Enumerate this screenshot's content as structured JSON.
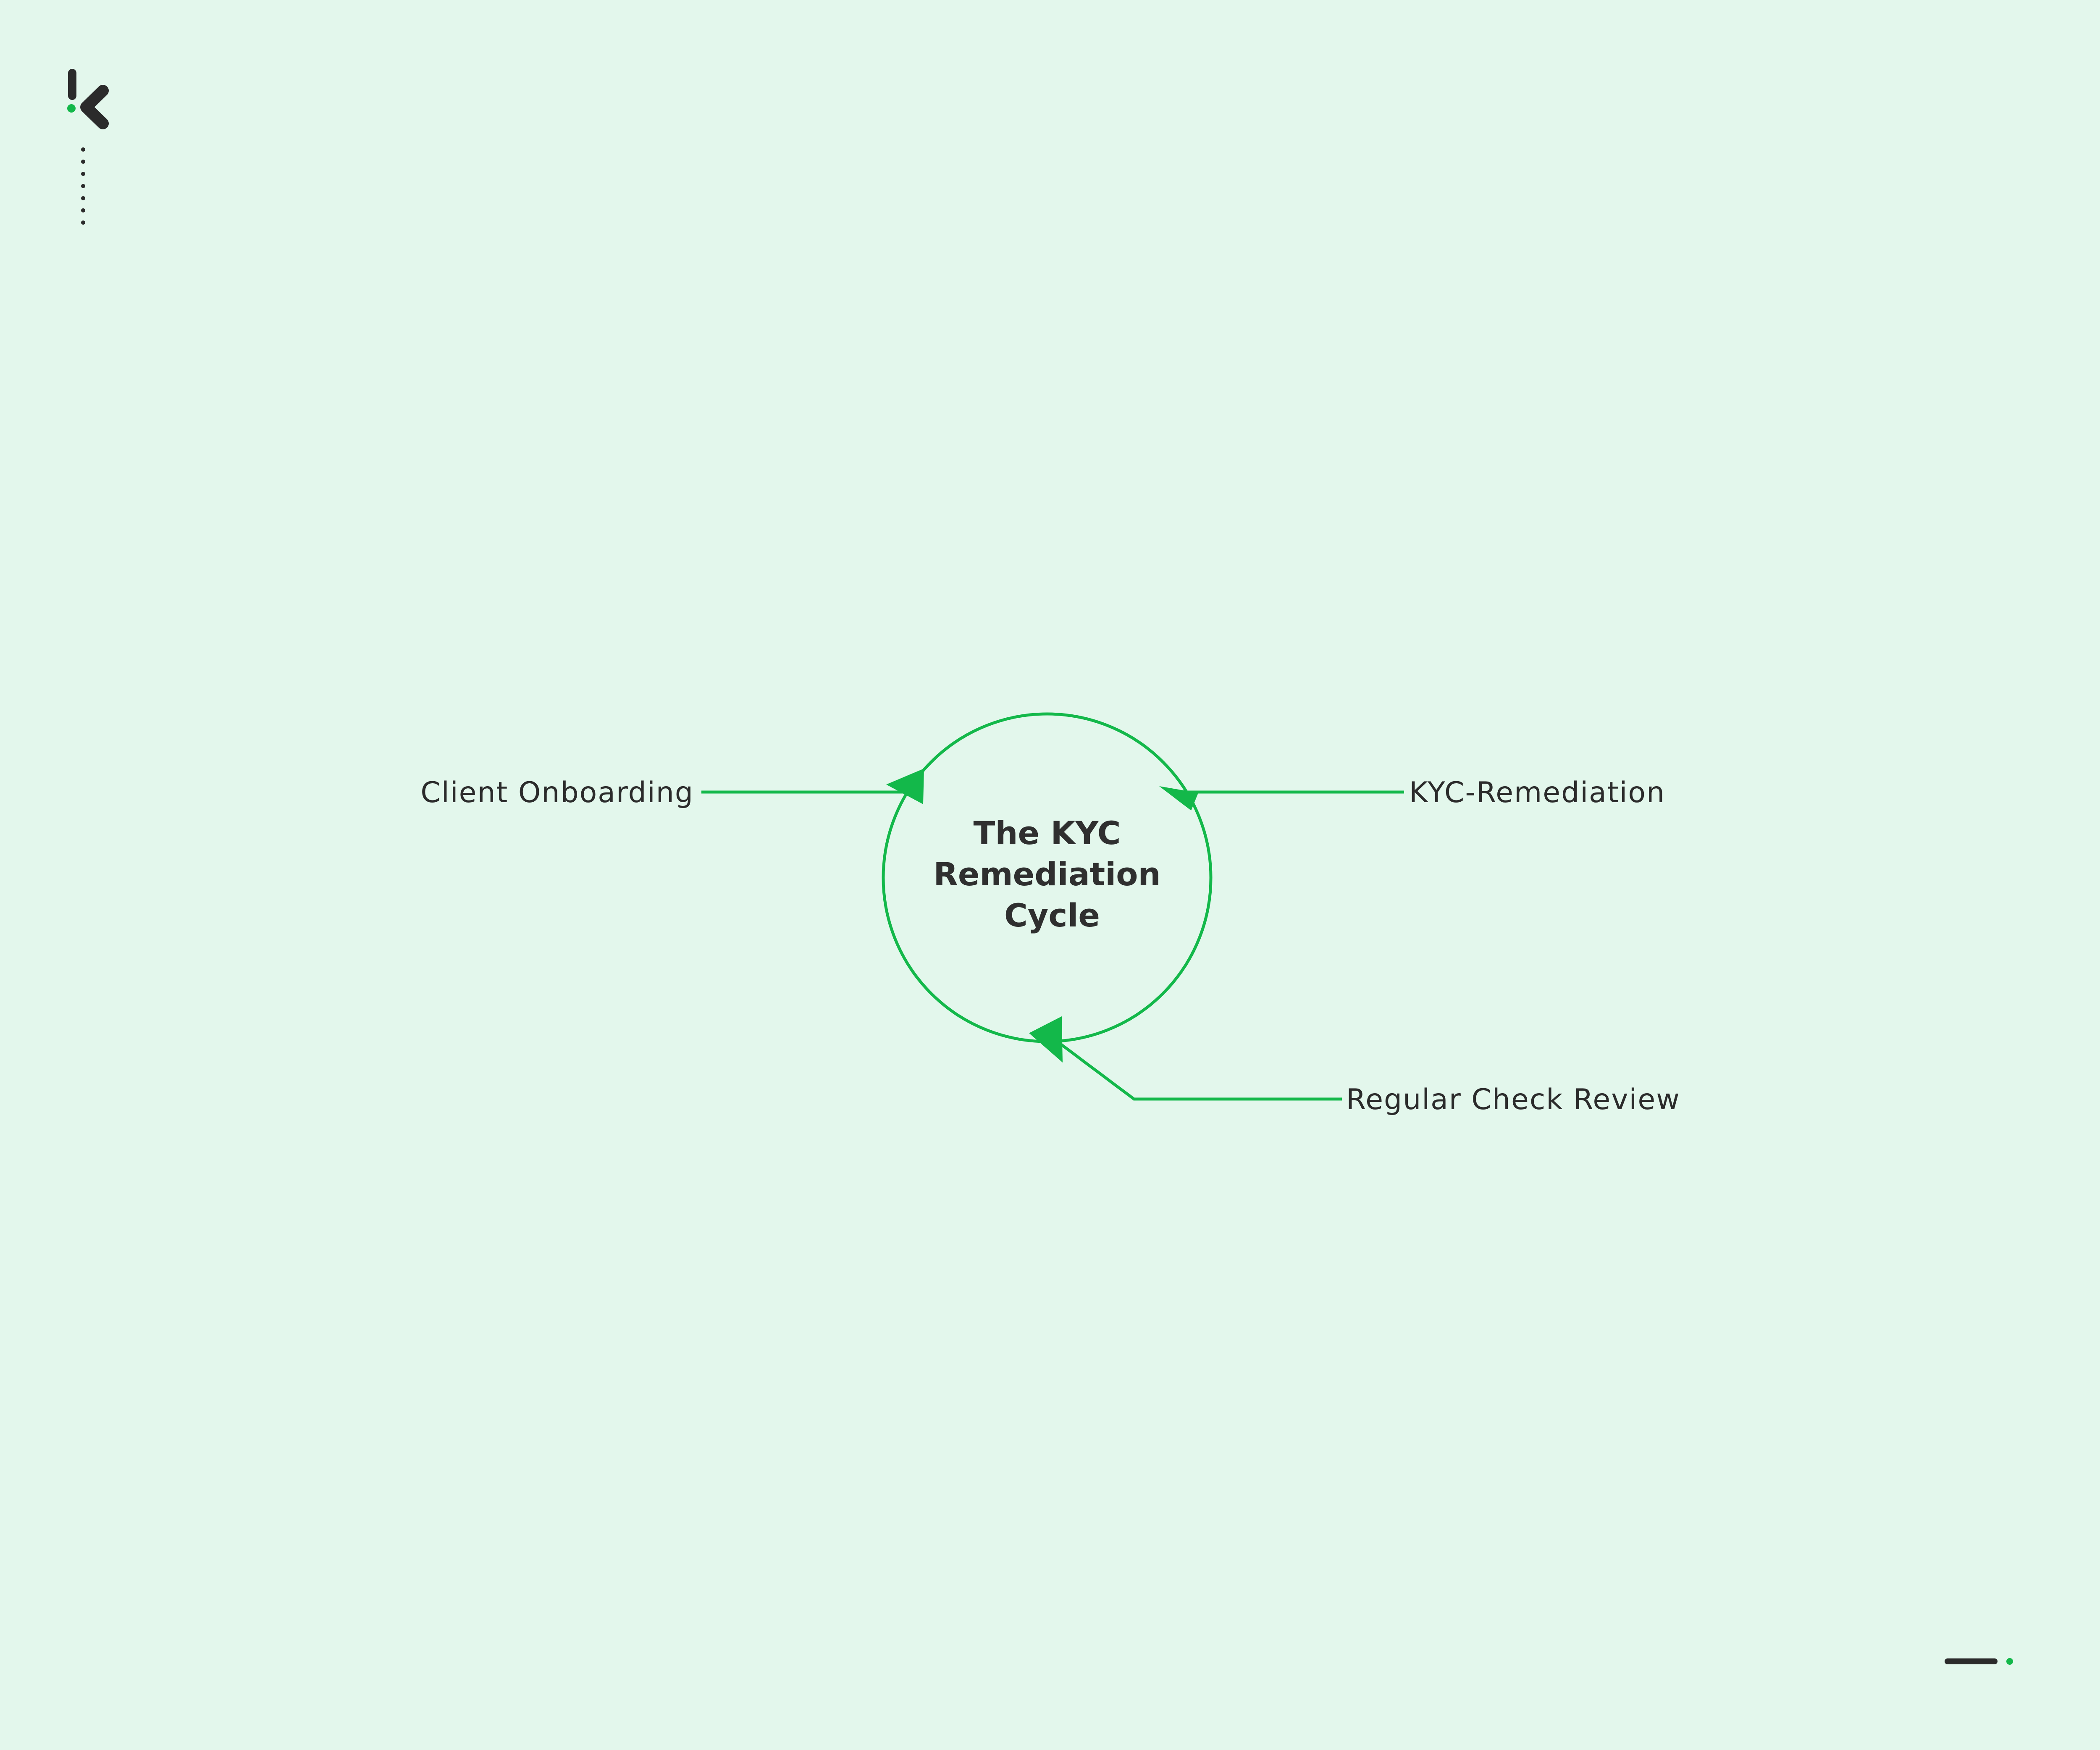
{
  "diagram": {
    "center_title_lines": [
      "The KYC",
      "Remediation",
      "Cycle"
    ],
    "inputs": [
      {
        "id": "client-onboarding",
        "label": "Client Onboarding"
      },
      {
        "id": "kyc-remediation",
        "label": "KYC-Remediation"
      },
      {
        "id": "regular-check-review",
        "label": "Regular Check Review"
      }
    ]
  },
  "colors": {
    "background": "#e3f7ec",
    "accent": "#13b84a",
    "text": "#2b2b2b",
    "logo_dark": "#2b2b2b"
  },
  "icons": {
    "brand_logo": "k-logo-icon",
    "vertical_dots": "dotted-line-icon",
    "footer_mark": "dash-dot-icon"
  }
}
